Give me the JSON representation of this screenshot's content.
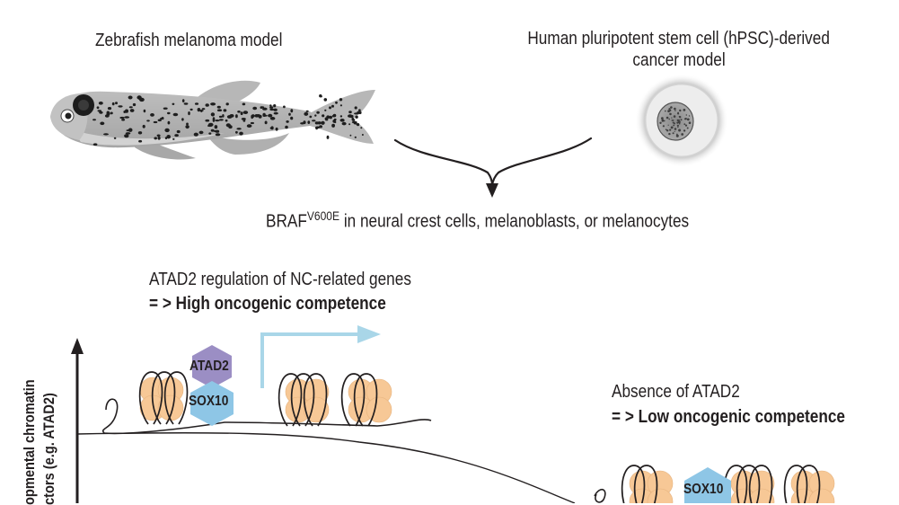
{
  "top": {
    "left_title": "Zebrafish melanoma model",
    "right_title_line1": "Human pluripotent stem cell (hPSC)-derived",
    "right_title_line2": "cancer model"
  },
  "convergence": {
    "gene": "BRAF",
    "mutation_sup": "V600E",
    "rest": " in neural crest cells, melanoblasts, or melanocytes"
  },
  "high_state": {
    "line1": "ATAD2 regulation of NC-related genes",
    "line2": "= > High oncogenic competence",
    "factor_top": "ATAD2",
    "factor_bottom": "SOX10"
  },
  "low_state": {
    "line1": "Absence of ATAD2",
    "line2": "= > Low oncogenic competence",
    "factor": "SOX10"
  },
  "y_axis": {
    "line1": "opmental chromatin",
    "line2": "ctors (e.g. ATAD2)"
  },
  "colors": {
    "nucleosome": "#f7c896",
    "atad2": "#9b8ec4",
    "sox10": "#8ec6e6",
    "arrow": "#a9d6e8",
    "fish": "#b4b4b4"
  }
}
